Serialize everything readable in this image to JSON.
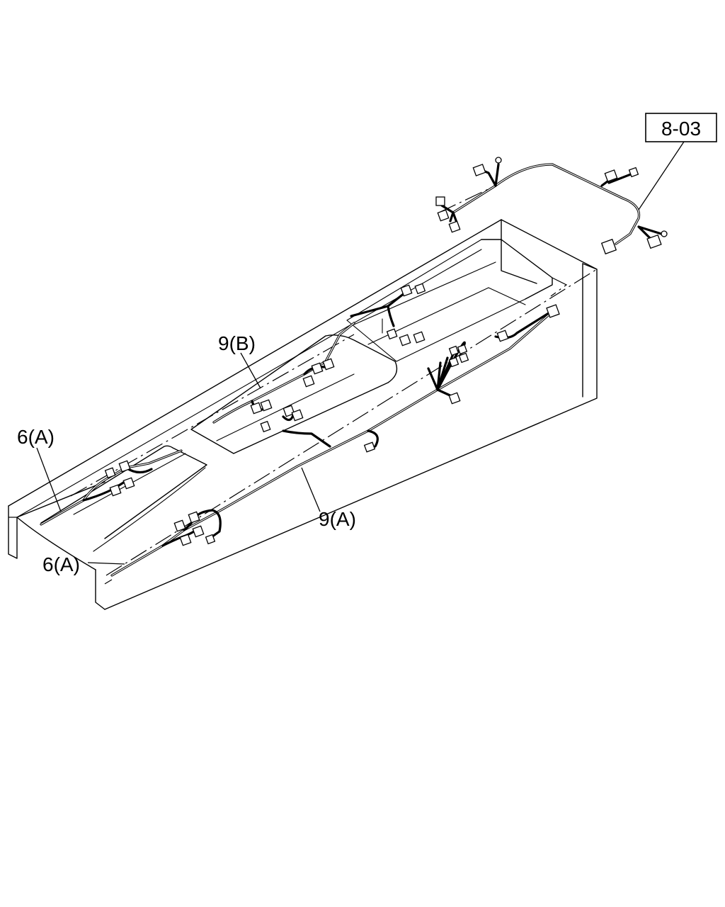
{
  "labels": {
    "ref_box": "8-03",
    "harness_9b": "9(B)",
    "harness_9a": "9(A)",
    "harness_6a_top": "6(A)",
    "harness_6a_bottom": "6(A)"
  }
}
